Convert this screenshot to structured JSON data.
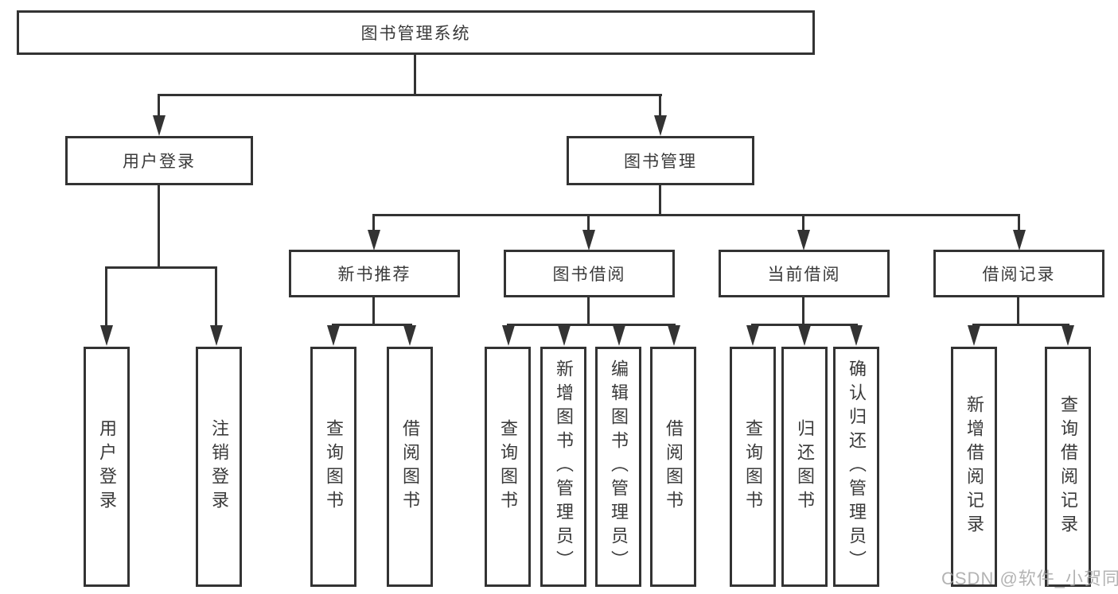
{
  "title": {
    "label": "图书管理系统"
  },
  "branches": {
    "user_login": {
      "label": "用户登录",
      "children": [
        {
          "label": "用户登录"
        },
        {
          "label": "注销登录"
        }
      ]
    },
    "book_management": {
      "label": "图书管理",
      "children": [
        {
          "label": "新书推荐",
          "children": [
            {
              "label": "查询图书"
            },
            {
              "label": "借阅图书"
            }
          ]
        },
        {
          "label": "图书借阅",
          "children": [
            {
              "label": "查询图书"
            },
            {
              "label": "新增图书（管理员）"
            },
            {
              "label": "编辑图书（管理员）"
            },
            {
              "label": "借阅图书"
            }
          ]
        },
        {
          "label": "当前借阅",
          "children": [
            {
              "label": "查询图书"
            },
            {
              "label": "归还图书"
            },
            {
              "label": "确认归还（管理员）"
            }
          ]
        },
        {
          "label": "借阅记录",
          "children": [
            {
              "label": "新增借阅记录"
            },
            {
              "label": "查询借阅记录"
            }
          ]
        }
      ]
    }
  },
  "watermark": "CSDN @软件_小贺同学",
  "colors": {
    "line": "#333333",
    "text": "#3a3a3a",
    "watermark": "#a6a6a6",
    "background": "#ffffff"
  }
}
